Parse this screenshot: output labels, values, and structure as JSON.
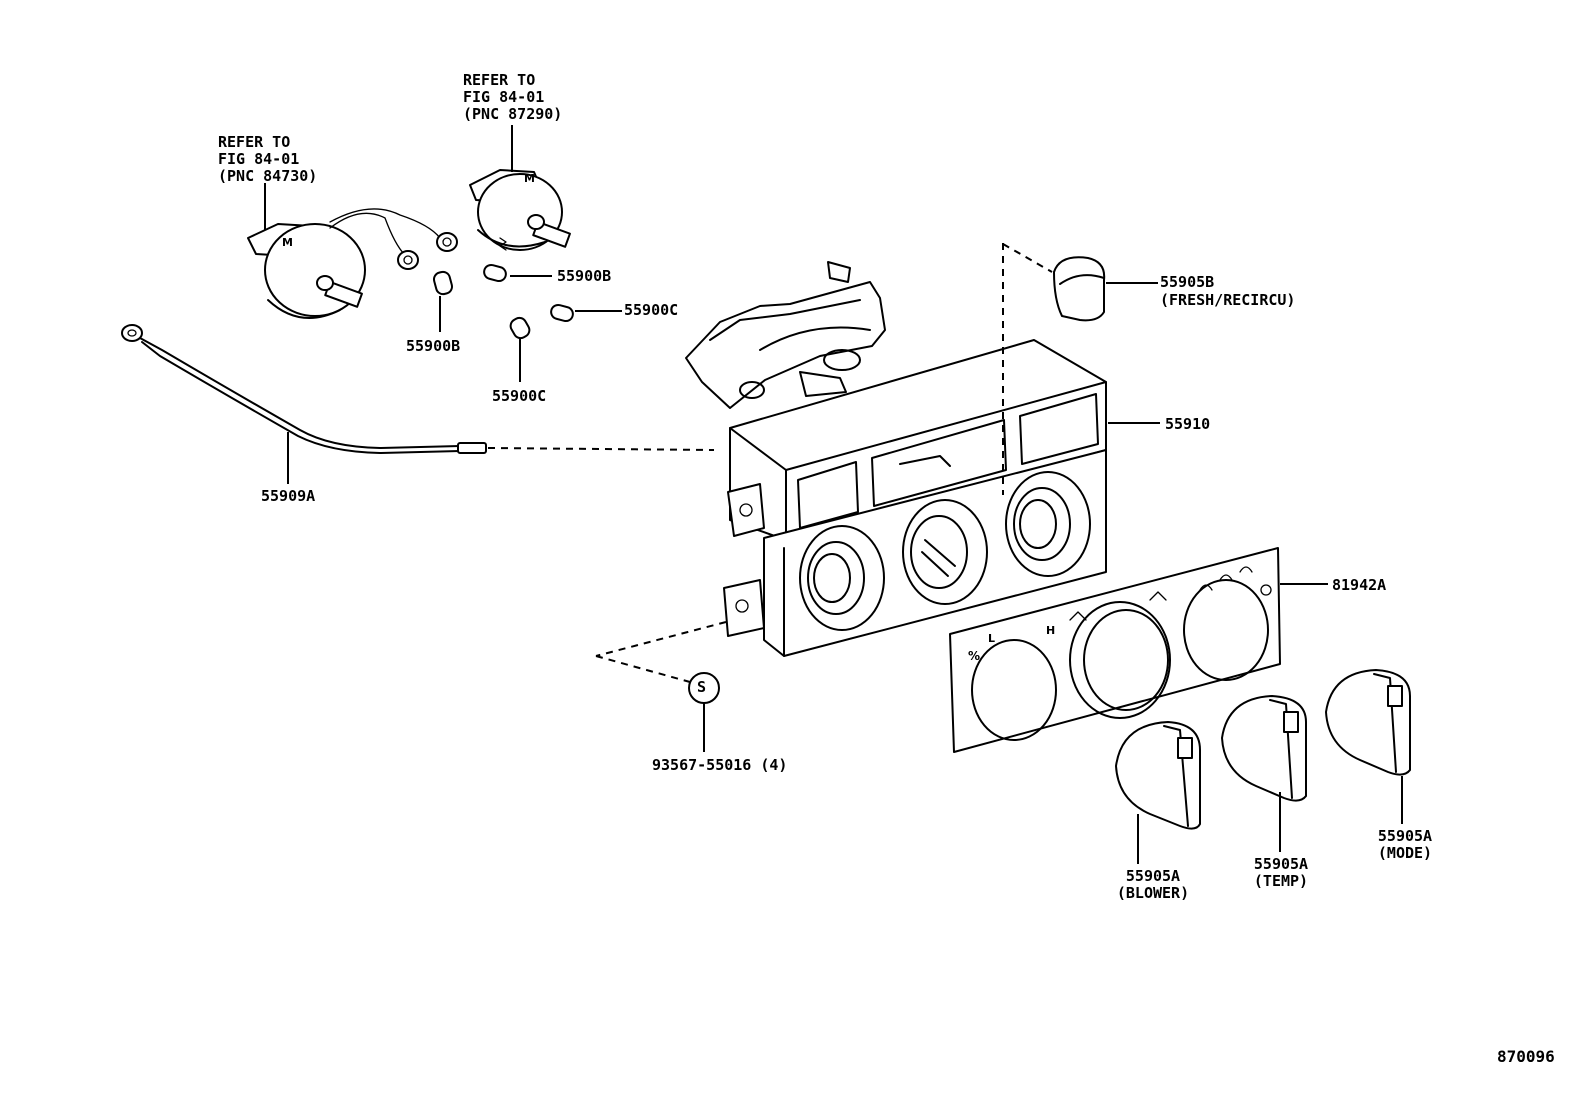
{
  "refers": [
    {
      "line1": "REFER TO",
      "line2": "FIG 84-01",
      "line3": "(PNC 87290)"
    },
    {
      "line1": "REFER TO",
      "line2": "FIG 84-01",
      "line3": "(PNC 84730)"
    }
  ],
  "parts": {
    "p55900b_top": "55900B",
    "p55900b_left": "55900B",
    "p55900c_right": "55900C",
    "p55900c_bottom": "55900C",
    "p55909a": "55909A",
    "p55905b": "55905B",
    "p55905b_sub": "(FRESH/RECIRCU)",
    "p55910": "55910",
    "p81942a": "81942A",
    "p93567": "93567-55016 (4)",
    "screw_symbol": "S",
    "blower": "55905A",
    "blower_sub": "(BLOWER)",
    "temp": "55905A",
    "temp_sub": "(TEMP)",
    "mode": "55905A",
    "mode_sub": "(MODE)"
  },
  "figure_id": "870096"
}
